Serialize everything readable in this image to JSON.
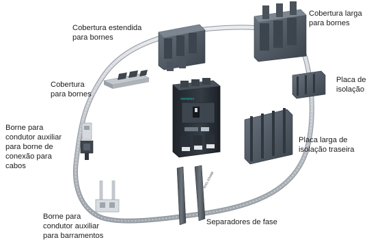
{
  "labels": {
    "cobertura_estendida": [
      "Cobertura estendida",
      "para bornes"
    ],
    "cobertura_larga": [
      "Cobertura larga",
      "para bornes"
    ],
    "cobertura": [
      "Cobertura",
      "para bornes"
    ],
    "placa_isolacao": [
      "Placa de",
      "isolação"
    ],
    "placa_larga": [
      "Placa larga de",
      "isolação traseira"
    ],
    "borne_cabos": [
      "Borne para",
      "condutor auxiliar",
      "para borne de",
      "conexão para",
      "cabos"
    ],
    "borne_barramentos": [
      "Borne para",
      "condutor auxiliar",
      "para barramentos"
    ],
    "separadores": [
      "Separadores de fase"
    ]
  },
  "breaker": {
    "brand": "SIEMENS",
    "brand_color": "#1a9c96"
  },
  "separator_print": "IDS1 IOHAB",
  "colors": {
    "rail": "#c9cdd3",
    "part_dark": "#46505c",
    "part_mid": "#5d6873",
    "breaker_body": "#2b3138"
  }
}
